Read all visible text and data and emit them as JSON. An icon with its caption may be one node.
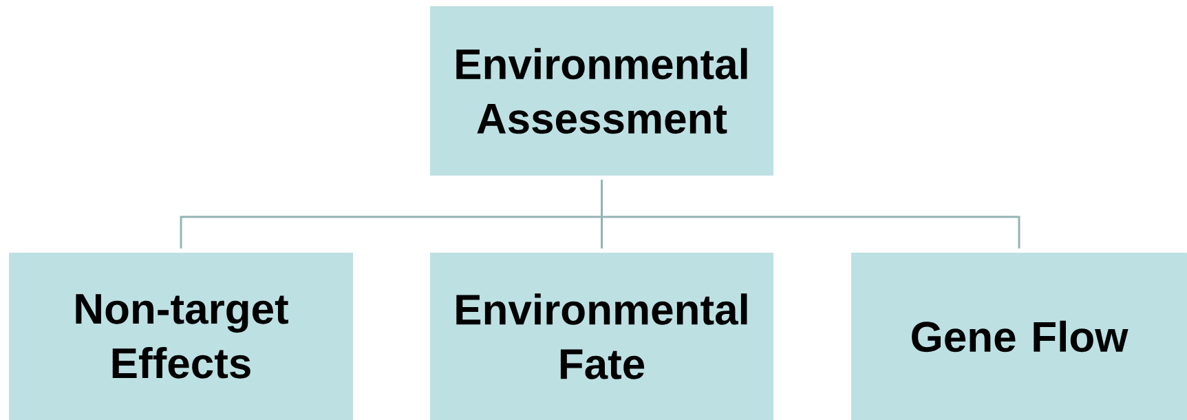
{
  "diagram": {
    "nodes": [
      {
        "text": [
          "Environmental Assessment"
        ]
      },
      {
        "text": [
          "Non-target Effects"
        ]
      },
      {
        "text": [
          "Environmental Fate"
        ]
      },
      {
        "text": [
          "Gene Flow"
        ]
      }
    ],
    "edges": [
      {
        "from": 0,
        "to": 1,
        "arrow": "none"
      },
      {
        "from": 0,
        "to": 2,
        "arrow": "none"
      },
      {
        "from": 0,
        "to": 3,
        "arrow": "none"
      }
    ]
  }
}
